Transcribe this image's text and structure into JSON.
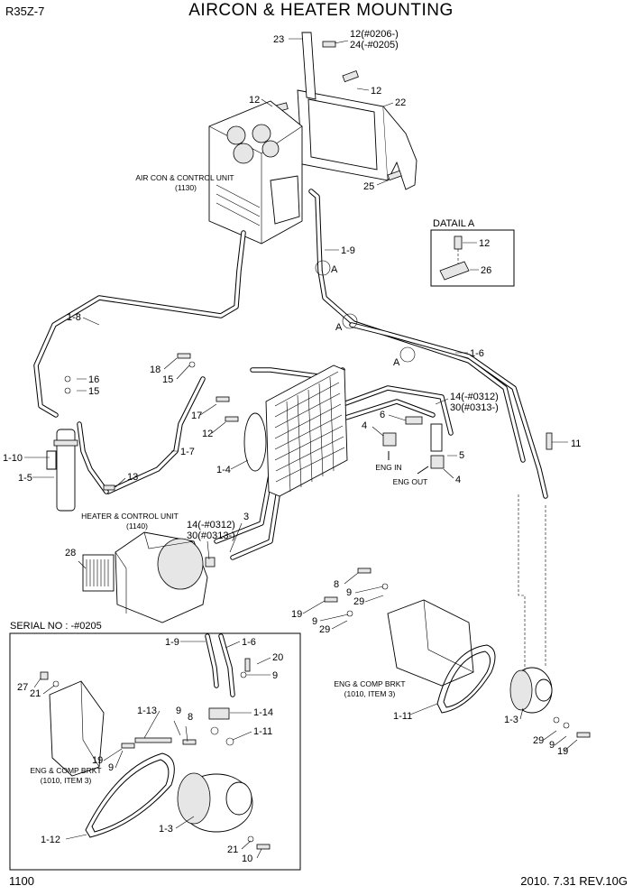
{
  "header": {
    "model": "R35Z-7",
    "title": "AIRCON & HEATER MOUNTING"
  },
  "footer": {
    "page": "1100",
    "revision": "2010. 7.31  REV.10G"
  },
  "captions": {
    "aircon_unit": "AIR CON & CONTROL UNIT",
    "aircon_unit_ref": "(1130)",
    "heater_unit": "HEATER & CONTROL UNIT",
    "heater_unit_ref": "(1140)",
    "detail_a": "DATAIL A",
    "eng_in": "ENG IN",
    "eng_out": "ENG OUT",
    "eng_comp_brkt": "ENG & COMP BRKT",
    "eng_comp_brkt_ref": "(1010, ITEM 3)",
    "inset_eng_comp_brkt": "ENG & COMP BRKT",
    "inset_eng_comp_brkt_ref": "(1010, ITEM 3)",
    "serial": "SERIAL NO : -#0205"
  },
  "callouts": {
    "c23": "23",
    "c12_0206": "12(#0206-)",
    "c24_0205": "24(-#0205)",
    "c12_top": "12",
    "c22": "22",
    "c12_left": "12",
    "c25": "25",
    "c1_9": "1-9",
    "cA_1": "A",
    "cA_2": "A",
    "cA_3": "A",
    "c1_8": "1-8",
    "c1_6": "1-6",
    "da_12": "12",
    "da_26": "26",
    "c18": "18",
    "c15_a": "15",
    "c16": "16",
    "c15_b": "15",
    "c17": "17",
    "c12_mid": "12",
    "c1_7": "1-7",
    "c1_10": "1-10",
    "c1_5": "1-5",
    "c13": "13",
    "c1_4": "1-4",
    "c14_0312": "14(-#0312)",
    "c30_0313": "30(#0313-)",
    "c6": "6",
    "c4_a": "4",
    "c5": "5",
    "c4_b": "4",
    "c11": "11",
    "c3": "3",
    "c14_b": "14(-#0312)",
    "c30_b": "30(#0313-)",
    "c28": "28",
    "c8": "8",
    "c9_a": "9",
    "c29_a": "29",
    "c19_a": "19",
    "c9_b": "9",
    "c29_b": "29",
    "c1_11": "1-11",
    "c1_3": "1-3",
    "c29_c": "29",
    "c9_c": "9",
    "c19_c": "19",
    "i1_9": "1-9",
    "i1_6": "1-6",
    "i20": "20",
    "i9_a": "9",
    "i27": "27",
    "i21": "21",
    "i1_13": "1-13",
    "i9_b": "9",
    "i8": "8",
    "i1_14": "1-14",
    "i1_11": "1-11",
    "i19": "19",
    "i9_c": "9",
    "i1_12": "1-12",
    "i1_3": "1-3",
    "i21_b": "21",
    "i10": "10"
  }
}
